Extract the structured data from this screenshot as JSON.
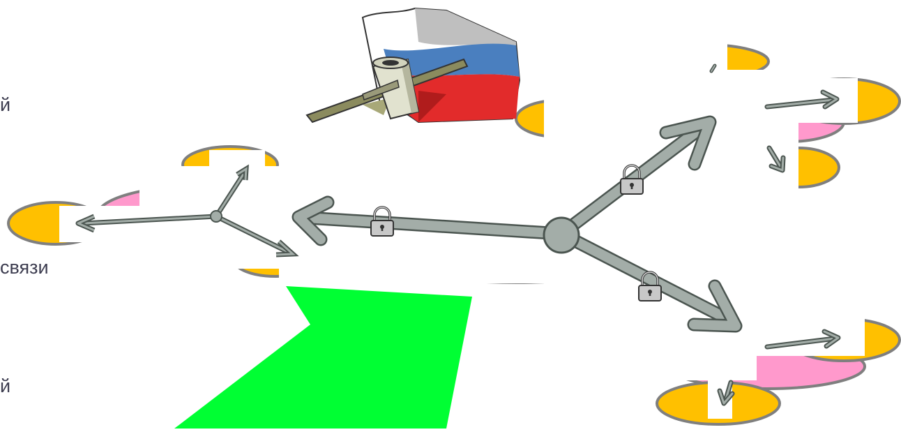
{
  "text_fragments": [
    "й",
    "связи",
    "й"
  ],
  "colors": {
    "ellipse_orange": "#ffc000",
    "ellipse_pink": "#ff99cc",
    "ellipse_grey": "#c8cdc8",
    "ellipse_outline": "#7f7f7f",
    "arrow_fill": "#a3ada8",
    "arrow_outline": "#4b5550",
    "lock_body": "#c8c8c8",
    "green_shape": "#00ff33",
    "flag_white": "#ffffff",
    "flag_blue": "#4a7fbf",
    "flag_red": "#e22b2b",
    "text": "#3d3d50"
  },
  "icons": [
    "padlock-icon",
    "russian-flag-icon",
    "hammer-icon",
    "node-icon",
    "green-arrow-shape"
  ]
}
